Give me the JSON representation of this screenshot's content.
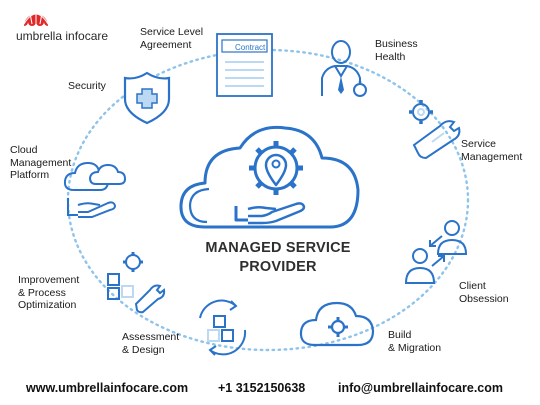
{
  "brand": {
    "name": "umbrella infocare",
    "accent": "#e02a2a"
  },
  "center": {
    "title": "MANAGED SERVICE\nPROVIDER",
    "icon": "cloud-hand-gear-location-icon"
  },
  "colors": {
    "icon_blue": "#2b73c9",
    "light_blue": "#bcd9f3",
    "ring": "#8ec3ea"
  },
  "nodes": [
    {
      "label": "Service Level\nAgreement",
      "icon": "contract-document-icon",
      "badge": "Contract"
    },
    {
      "label": "Business\nHealth",
      "icon": "businessman-icon"
    },
    {
      "label": "Service\nManagement",
      "icon": "gear-wrench-icon"
    },
    {
      "label": "Client\nObsession",
      "icon": "client-exchange-icon"
    },
    {
      "label": "Build\n& Migration",
      "icon": "cloud-gear-icon"
    },
    {
      "label": "Assessment\n& Design",
      "icon": "cycle-blocks-icon"
    },
    {
      "label": "Improvement\n& Process\nOptimization",
      "icon": "blocks-gear-wrench-icon"
    },
    {
      "label": "Cloud\nManagement\nPlatform",
      "icon": "clouds-hand-icon"
    },
    {
      "label": "Security",
      "icon": "shield-plus-icon"
    }
  ],
  "footer": {
    "website": "www.umbrellainfocare.com",
    "phone": "+1  3152150638",
    "email": "info@umbrellainfocare.com"
  }
}
